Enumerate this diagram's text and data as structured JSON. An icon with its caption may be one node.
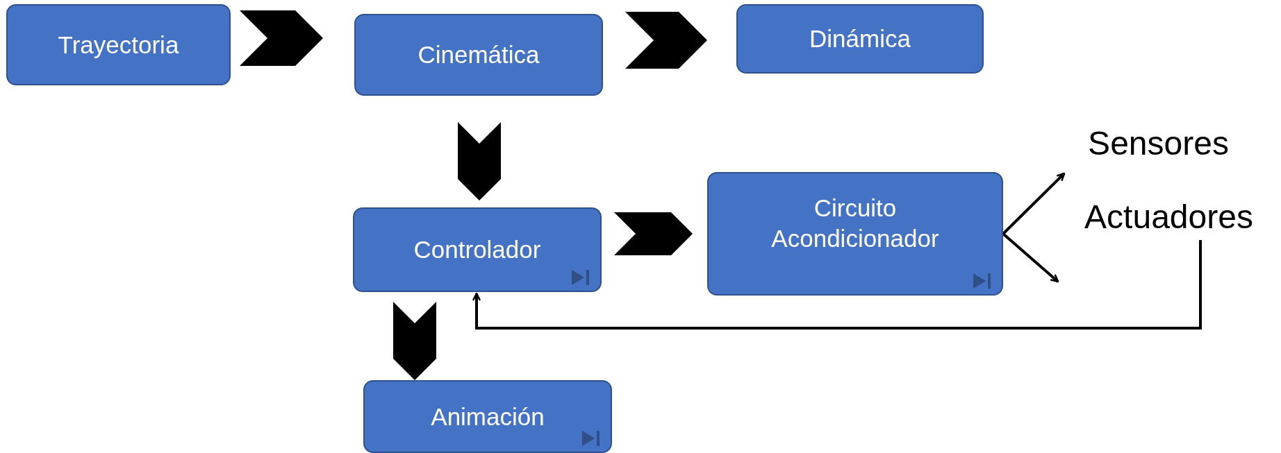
{
  "diagram": {
    "nodes": [
      {
        "text": [
          "Trayectoria"
        ]
      },
      {
        "text": [
          "Cinemática"
        ]
      },
      {
        "text": [
          "Dinámica"
        ]
      },
      {
        "text": [
          "Controlador"
        ]
      },
      {
        "text": [
          "Circuito Acondicionador"
        ]
      },
      {
        "text": [
          "Sensores"
        ]
      },
      {
        "text": [
          "Actuadores"
        ]
      },
      {
        "text": [
          "Animación"
        ]
      }
    ],
    "edges": [
      {
        "from": 0,
        "to": 1,
        "arrow": "to",
        "style": "thick"
      },
      {
        "from": 1,
        "to": 2,
        "arrow": "to",
        "style": "thick"
      },
      {
        "from": 1,
        "to": 3,
        "arrow": "to",
        "style": "thick"
      },
      {
        "from": 3,
        "to": 4,
        "arrow": "to",
        "style": "thick"
      },
      {
        "from": 3,
        "to": 7,
        "arrow": "to",
        "style": "thick"
      },
      {
        "from": 4,
        "to": 5,
        "arrow": "to"
      },
      {
        "from": 4,
        "to": 6,
        "arrow": "to"
      },
      {
        "from": 6,
        "to": 3,
        "arrow": "to"
      }
    ]
  }
}
